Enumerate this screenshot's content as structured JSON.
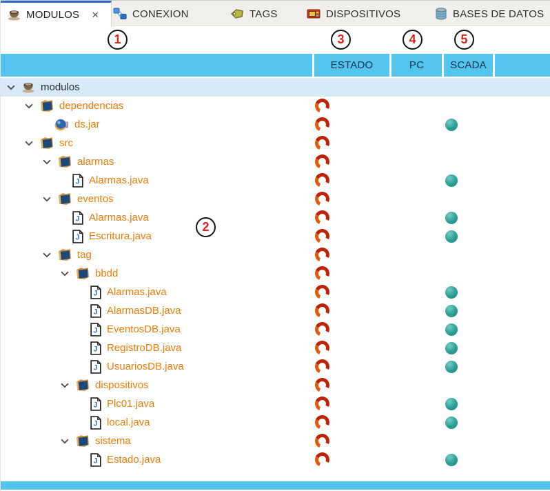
{
  "tabs": [
    {
      "label": "MODULOS",
      "icon": "coffee-cup",
      "active": true,
      "close_glyph": "×"
    },
    {
      "label": "CONEXION",
      "icon": "connection"
    },
    {
      "label": "TAGS",
      "icon": "tag"
    },
    {
      "label": "DISPOSITIVOS",
      "icon": "device"
    },
    {
      "label": "BASES DE DATOS",
      "icon": "database"
    }
  ],
  "toolbar": {
    "buttons": [
      {
        "icon": "refresh-icon"
      },
      {
        "icon": "eraser-icon"
      },
      {
        "icon": "delete-cross-icon"
      },
      {
        "icon": "document-refresh-icon"
      }
    ]
  },
  "annotations": [
    "1",
    "2",
    "3",
    "4",
    "5"
  ],
  "columns": [
    {
      "label": "ESTADO"
    },
    {
      "label": "PC"
    },
    {
      "label": "SCADA"
    }
  ],
  "tree": {
    "rows": [
      {
        "label": "modulos",
        "type": "root",
        "level": 0,
        "chevron": true,
        "selected": true,
        "estado": false,
        "scada": false
      },
      {
        "label": "dependencias",
        "type": "folder",
        "level": 1,
        "chevron": true,
        "estado": true,
        "scada": false
      },
      {
        "label": "ds.jar",
        "type": "jar",
        "level": 2,
        "chevron": false,
        "estado": true,
        "scada": true
      },
      {
        "label": "src",
        "type": "folder",
        "level": 1,
        "chevron": true,
        "estado": true,
        "scada": false
      },
      {
        "label": "alarmas",
        "type": "folder",
        "level": 2,
        "chevron": true,
        "estado": true,
        "scada": false
      },
      {
        "label": "Alarmas.java",
        "type": "java",
        "level": 3,
        "chevron": false,
        "estado": true,
        "scada": true
      },
      {
        "label": "eventos",
        "type": "folder",
        "level": 2,
        "chevron": true,
        "estado": true,
        "scada": false
      },
      {
        "label": "Alarmas.java",
        "type": "java",
        "level": 3,
        "chevron": false,
        "estado": true,
        "scada": true
      },
      {
        "label": "Escritura.java",
        "type": "java",
        "level": 3,
        "chevron": false,
        "estado": true,
        "scada": true
      },
      {
        "label": "tag",
        "type": "folder",
        "level": 2,
        "chevron": true,
        "estado": true,
        "scada": false
      },
      {
        "label": "bbdd",
        "type": "folder",
        "level": 3,
        "chevron": true,
        "estado": true,
        "scada": false
      },
      {
        "label": "Alarmas.java",
        "type": "java",
        "level": 4,
        "chevron": false,
        "estado": true,
        "scada": true
      },
      {
        "label": "AlarmasDB.java",
        "type": "java",
        "level": 4,
        "chevron": false,
        "estado": true,
        "scada": true
      },
      {
        "label": "EventosDB.java",
        "type": "java",
        "level": 4,
        "chevron": false,
        "estado": true,
        "scada": true
      },
      {
        "label": "RegistroDB.java",
        "type": "java",
        "level": 4,
        "chevron": false,
        "estado": true,
        "scada": true
      },
      {
        "label": "UsuariosDB.java",
        "type": "java",
        "level": 4,
        "chevron": false,
        "estado": true,
        "scada": true
      },
      {
        "label": "dispositivos",
        "type": "folder",
        "level": 3,
        "chevron": true,
        "estado": true,
        "scada": false
      },
      {
        "label": "Plc01.java",
        "type": "java",
        "level": 4,
        "chevron": false,
        "estado": true,
        "scada": true
      },
      {
        "label": "local.java",
        "type": "java",
        "level": 4,
        "chevron": false,
        "estado": true,
        "scada": true
      },
      {
        "label": "sistema",
        "type": "folder",
        "level": 3,
        "chevron": true,
        "estado": true,
        "scada": false
      },
      {
        "label": "Estado.java",
        "type": "java",
        "level": 4,
        "chevron": false,
        "estado": true,
        "scada": true
      }
    ]
  },
  "colors": {
    "header_cyan": "#53c4ee",
    "selected_row": "#d8eaf8",
    "tree_text_orange": "#ee7b05",
    "estado_busy_red": "#bf2305",
    "scada_on_teal": "#2a9d96",
    "active_tab_accent": "#2f6fc0",
    "annotation_red": "#d6251a"
  }
}
